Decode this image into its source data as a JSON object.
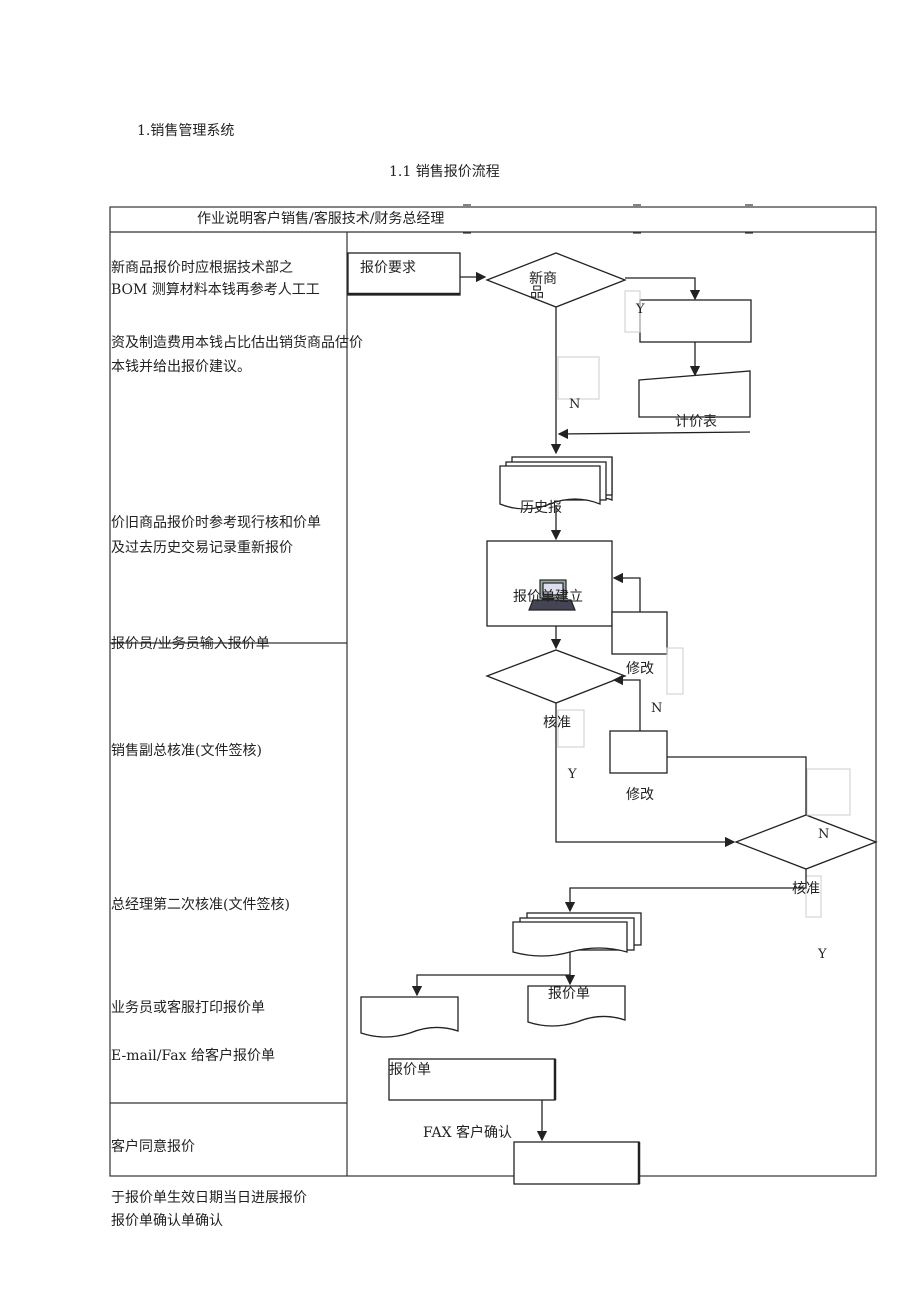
{
  "doc": {
    "section_title": "1.销售管理系统",
    "subsection_title": "1.1 销售报价流程",
    "table_header": "作业说明客户销售/客服技术/财务总经理"
  },
  "left": {
    "desc_new_1": "新商品报价时应根据技术部之",
    "desc_new_2": "BOM 测算材料本钱再参考人工工",
    "desc_new_3": "资及制造费用本钱占比估出销货商品估价",
    "desc_new_4": "本钱并给出报价建议。",
    "desc_old_1": "价旧商品报价时参考现行核和价单",
    "desc_old_2": "及过去历史交易记录重新报价",
    "desc_input": "报价员/业务员输入报价单",
    "desc_vp": "销售副总核准(文件签核)",
    "desc_gm": "总经理第二次核准(文件签核)",
    "desc_print": "业务员或客服打印报价单",
    "desc_email": "E-mail/Fax 给客户报价单",
    "desc_agree": "客户同意报价"
  },
  "flow": {
    "quote_request": "报价要求",
    "new_product": "新商",
    "new_product_2": "品",
    "yes": "Y",
    "no": "N",
    "price_table": "计价表",
    "history": "历史报",
    "quote_create": "报价单建立",
    "modify": "修改",
    "approve": "核准",
    "quote_sheet": "报价单",
    "fax_confirm": "FAX 客户确认"
  },
  "footer": {
    "line1": "于报价单生效日期当日进展报价",
    "line2": "报价单确认单确认"
  }
}
